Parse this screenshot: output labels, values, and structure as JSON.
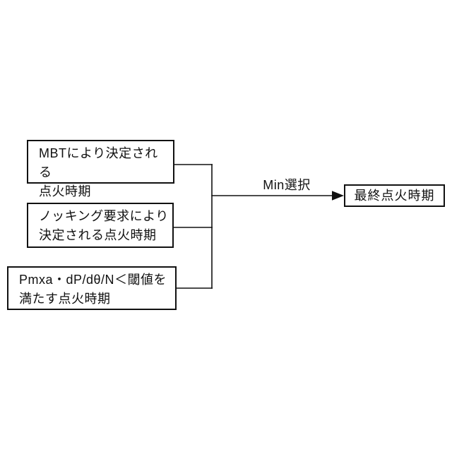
{
  "diagram": {
    "title": "ignition-timing-min-selection-flowchart",
    "inputs": [
      {
        "id": "mbt",
        "label": "MBTにより決定される\n点火時期"
      },
      {
        "id": "knocking",
        "label": "ノッキング要求により\n決定される点火時期"
      },
      {
        "id": "pmax-threshold",
        "label": "Pmxa・dP/dθ/N＜閾値を\n満たす点火時期"
      }
    ],
    "arrow_label": "Min選択",
    "output": {
      "label": "最終点火時期"
    },
    "colors": {
      "background": "#ffffff",
      "line": "#111111",
      "text": "#111111"
    }
  }
}
